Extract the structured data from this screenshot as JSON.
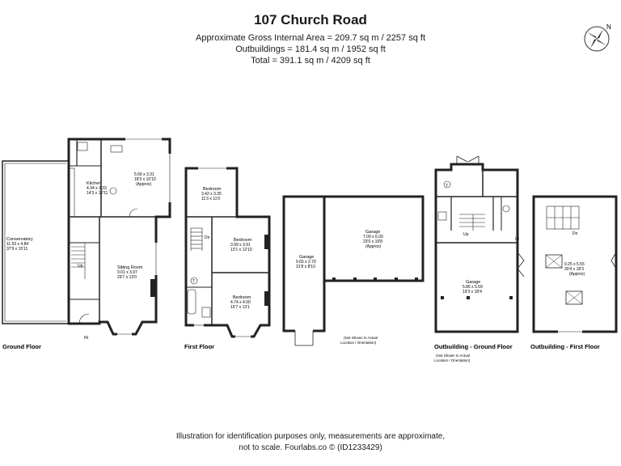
{
  "header": {
    "title": "107 Church Road",
    "gia": "Approximate Gross Internal Area = 209.7 sq m / 2257 sq ft",
    "outbuildings": "Outbuildings = 181.4 sq m / 1952 sq ft",
    "total": "Total = 391.1 sq m / 4209 sq ft"
  },
  "compass": {
    "north": "N"
  },
  "floors": {
    "ground": "Ground Floor",
    "first": "First Floor",
    "outbuilding_ground": "Outbuilding - Ground Floor",
    "outbuilding_first": "Outbuilding - First Floor"
  },
  "rooms": {
    "conservatory": {
      "name": "Conservatory",
      "size": "11.53 x 4.84",
      "imperial": "37'9 x 15'11"
    },
    "kitchen": {
      "name": "Kitchen",
      "size": "4.34 x 3.33",
      "imperial": "14'3 x 10'11"
    },
    "room_gf": {
      "size": "5.56 x 3.31",
      "imperial": "18'3 x 10'10",
      "note": "(Approx)"
    },
    "sitting": {
      "name": "Sitting Room",
      "size": "9.01 x 3.97",
      "imperial": "29'7 x 13'0"
    },
    "bed1": {
      "name": "Bedroom",
      "size": "3.42 x 3.35",
      "imperial": "11'3 x 11'0"
    },
    "bed2": {
      "name": "Bedroom",
      "size": "3.99 x 3.91",
      "imperial": "13'1 x 12'10"
    },
    "bed3": {
      "name": "Bedroom",
      "size": "4.74 x 4.00",
      "imperial": "15'7 x 13'1"
    },
    "garage_long": {
      "name": "Garage",
      "size": "9.65 x 2.70",
      "imperial": "31'8 x 8'10"
    },
    "garage_big": {
      "name": "Garage",
      "size": "7.00 x 6.00",
      "imperial": "23'0 x 19'8",
      "note": "(Approx)"
    },
    "garage_out": {
      "name": "Garage",
      "size": "5.86 x 5.59",
      "imperial": "19'3 x 18'4"
    },
    "outbuilding_upper": {
      "size": "9.25 x 5.55",
      "imperial": "30'4 x 18'3",
      "note": "(Approx)"
    }
  },
  "marks": {
    "up": "Up",
    "dn": "Dn",
    "in": "IN",
    "t": "T"
  },
  "notes": {
    "garage_note_1": "(Not Shown In Actual",
    "garage_note_2": "Location / Orientation)",
    "out_note_1": "(Not Shown In Actual",
    "out_note_2": "Location / Orientation)"
  },
  "footer": {
    "line1": "Illustration for identification purposes only, measurements are approximate,",
    "line2": "not to scale. Fourlabs.co © (ID1233429)"
  }
}
